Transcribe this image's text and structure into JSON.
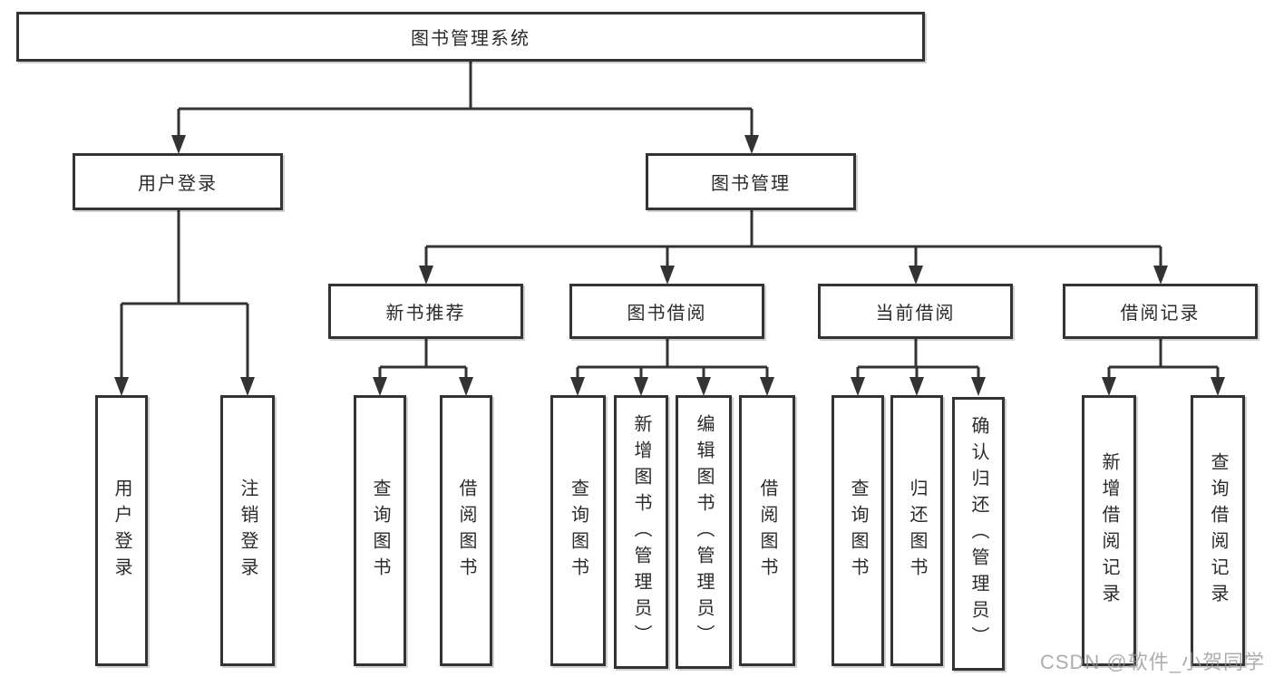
{
  "tree": {
    "label": "图书管理系统",
    "children": [
      {
        "label": "用户登录",
        "children": [
          {
            "label": "用户登录"
          },
          {
            "label": "注销登录"
          }
        ]
      },
      {
        "label": "图书管理",
        "children": [
          {
            "label": "新书推荐",
            "children": [
              {
                "label": "查询图书"
              },
              {
                "label": "借阅图书"
              }
            ]
          },
          {
            "label": "图书借阅",
            "children": [
              {
                "label": "查询图书"
              },
              {
                "label": "新增图书（管理员）"
              },
              {
                "label": "编辑图书（管理员）"
              },
              {
                "label": "借阅图书"
              }
            ]
          },
          {
            "label": "当前借阅",
            "children": [
              {
                "label": "查询图书"
              },
              {
                "label": "归还图书"
              },
              {
                "label": "确认归还（管理员）"
              }
            ]
          },
          {
            "label": "借阅记录",
            "children": [
              {
                "label": "新增借阅记录"
              },
              {
                "label": "查询借阅记录"
              }
            ]
          }
        ]
      }
    ]
  },
  "watermark": "CSDN @软件_小贺同学",
  "colors": {
    "line": "#333333",
    "box_border": "#333333",
    "box_fill": "#ffffff",
    "text": "#2b2b2b",
    "watermark": "#919191",
    "background": "#ffffff"
  }
}
